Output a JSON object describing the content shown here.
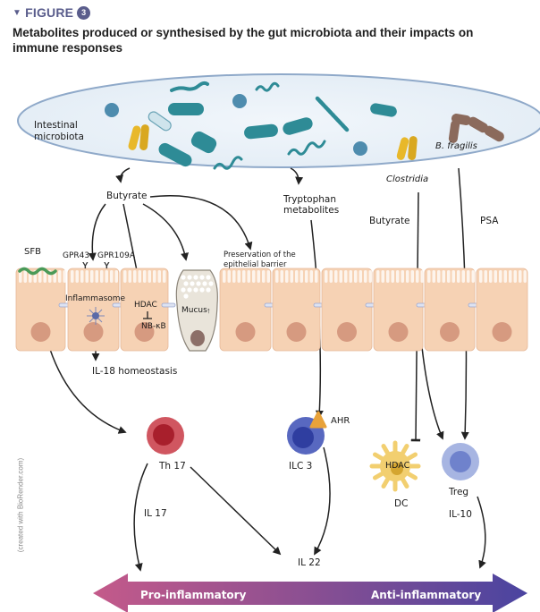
{
  "header": {
    "figure_label": "FIGURE",
    "figure_number": "3",
    "title": "Metabolites produced or synthesised by the gut microbiota and their impacts on immune responses"
  },
  "microbiota": {
    "label_line1": "Intestinal",
    "label_line2": "microbiota",
    "species": [
      "B. fragilis",
      "Clostridia"
    ]
  },
  "metabolites": {
    "butyrate_left": "Butyrate",
    "tryptophan_line1": "Tryptophan",
    "tryptophan_line2": "metabolites",
    "butyrate_right": "Butyrate",
    "psa": "PSA"
  },
  "epithelium": {
    "sfb": "SFB",
    "gpr43": "GPR43",
    "gpr109a": "GPR109A",
    "preservation_line1": "Preservation of the",
    "preservation_line2": "epithelial barrier",
    "inflammasome": "Inflammasome",
    "hdac": "HDAC",
    "nfkb": "NB-κB",
    "mucus": "Mucus",
    "il18": "IL-18 homeostasis"
  },
  "cells": {
    "th17": "Th 17",
    "ilc3": "ILC 3",
    "ahr": "AHR",
    "dc_hdac": "HDAC",
    "dc": "DC",
    "treg": "Treg"
  },
  "cytokines": {
    "il17": "IL 17",
    "il22": "IL 22",
    "il10": "IL-10"
  },
  "spectrum": {
    "left": "Pro-inflammatory",
    "right": "Anti-inflammatory",
    "color_left": "#c45a8a",
    "color_right": "#4a44a0"
  },
  "credit": "(created with BioRender.com)",
  "colors": {
    "accent": "#5a5d8c",
    "lumen_fill": "#e8f1f8",
    "lumen_stroke": "#8fa9c9",
    "bacteria_teal": "#2e8b96",
    "bacteria_yellow": "#e8b82a",
    "bacteria_brown": "#8b6a5c",
    "cell_fill": "#f6d2b4",
    "nucleus": "#d69a80",
    "th17": "#c9404a",
    "ilc3": "#5868c0",
    "treg": "#9aa9dc",
    "dc": "#f2cf70"
  }
}
